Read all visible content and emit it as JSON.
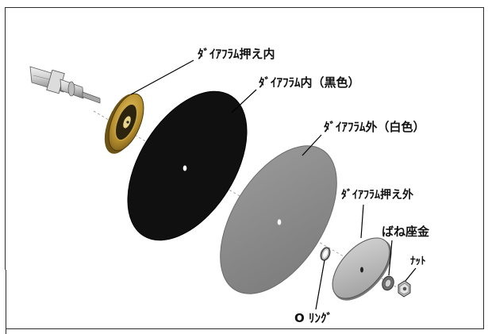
{
  "labels": {
    "diaphragm_plate_inner": "ﾀﾞｲｱﾌﾗﾑ押え内",
    "diaphragm_inner": "ﾀﾞｲｱﾌﾗﾑ内（黒色）",
    "diaphragm_outer": "ﾀﾞｲｱﾌﾗﾑ外（白色）",
    "diaphragm_plate_outer": "ﾀﾞｲｱﾌﾗﾑ押え外",
    "spring_washer": "ばね座金",
    "nut": "ﾅｯﾄ",
    "o_ring": "O ﾘﾝｸﾞ"
  },
  "colors": {
    "frame": "#2b2b2b",
    "diaphragm_inner": "#111111",
    "diaphragm_outer": "#8a8a8a",
    "brass": "#b8902e",
    "steel": "#b9b9b9"
  }
}
